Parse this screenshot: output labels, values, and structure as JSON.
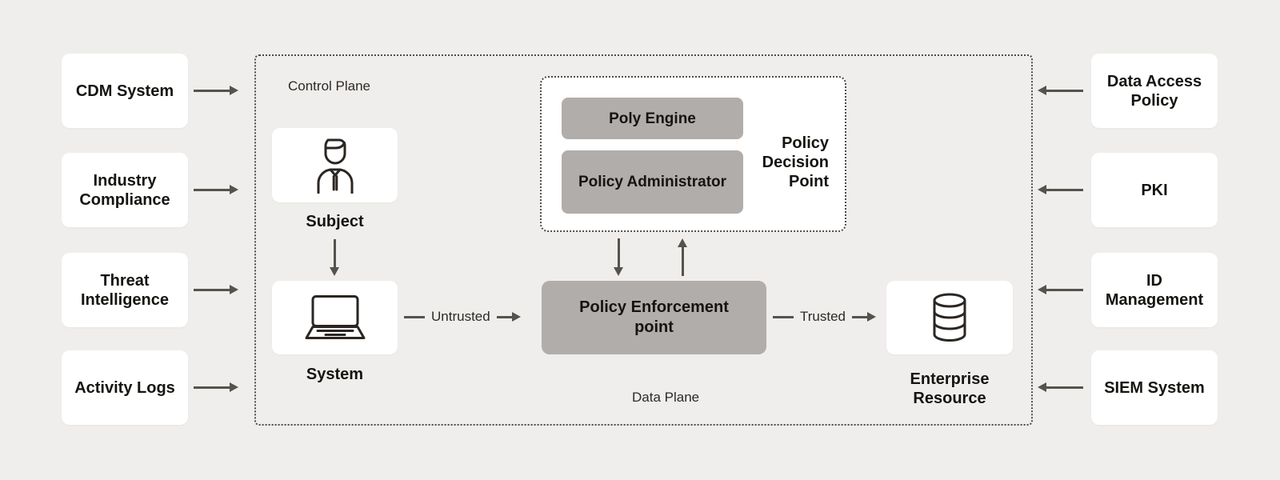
{
  "planes": {
    "control": "Control Plane",
    "data": "Data Plane"
  },
  "left_inputs": [
    {
      "label": "CDM System"
    },
    {
      "label": "Industry Compliance"
    },
    {
      "label": "Threat Intelligence"
    },
    {
      "label": "Activity Logs"
    }
  ],
  "right_inputs": [
    {
      "label": "Data Access Policy"
    },
    {
      "label": "PKI"
    },
    {
      "label": "ID Management"
    },
    {
      "label": "SIEM System"
    }
  ],
  "nodes": {
    "subject": {
      "label": "Subject",
      "icon": "person-icon"
    },
    "system": {
      "label": "System",
      "icon": "laptop-icon"
    },
    "pdp": {
      "label": "Policy Decision Point",
      "engine": "Poly Engine",
      "administrator": "Policy Administrator"
    },
    "pep": {
      "label": "Policy Enforcement point"
    },
    "resource": {
      "label": "Enterprise Resource",
      "icon": "database-icon"
    }
  },
  "connections": {
    "untrusted": "Untrusted",
    "trusted": "Trusted"
  },
  "colors": {
    "background": "#f0eeec",
    "node_fill": "#ffffff",
    "component_fill": "#b1adaa",
    "arrow": "#56524d",
    "dotted_border": "#4f4b47",
    "text": "#161410"
  }
}
